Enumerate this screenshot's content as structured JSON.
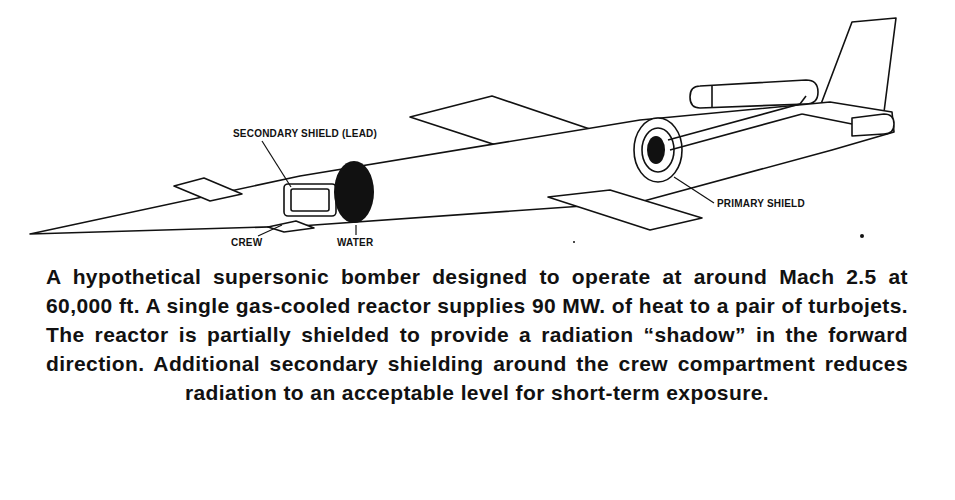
{
  "diagram": {
    "caption": "A hypothetical supersonic bomber designed to operate at around Mach 2.5 at 60,000 ft. A single gas-cooled reactor supplies 90 MW. of heat to a pair of turbojets. The reactor is partially shielded to provide a radiation “shadow” in the forward direction. Additional secondary shielding around the crew compartment reduces radiation to an acceptable level for short-term exposure.",
    "labels": [
      "SECONDARY SHIELD (LEAD)",
      "CREW",
      "WATER",
      "PRIMARY SHIELD"
    ]
  }
}
